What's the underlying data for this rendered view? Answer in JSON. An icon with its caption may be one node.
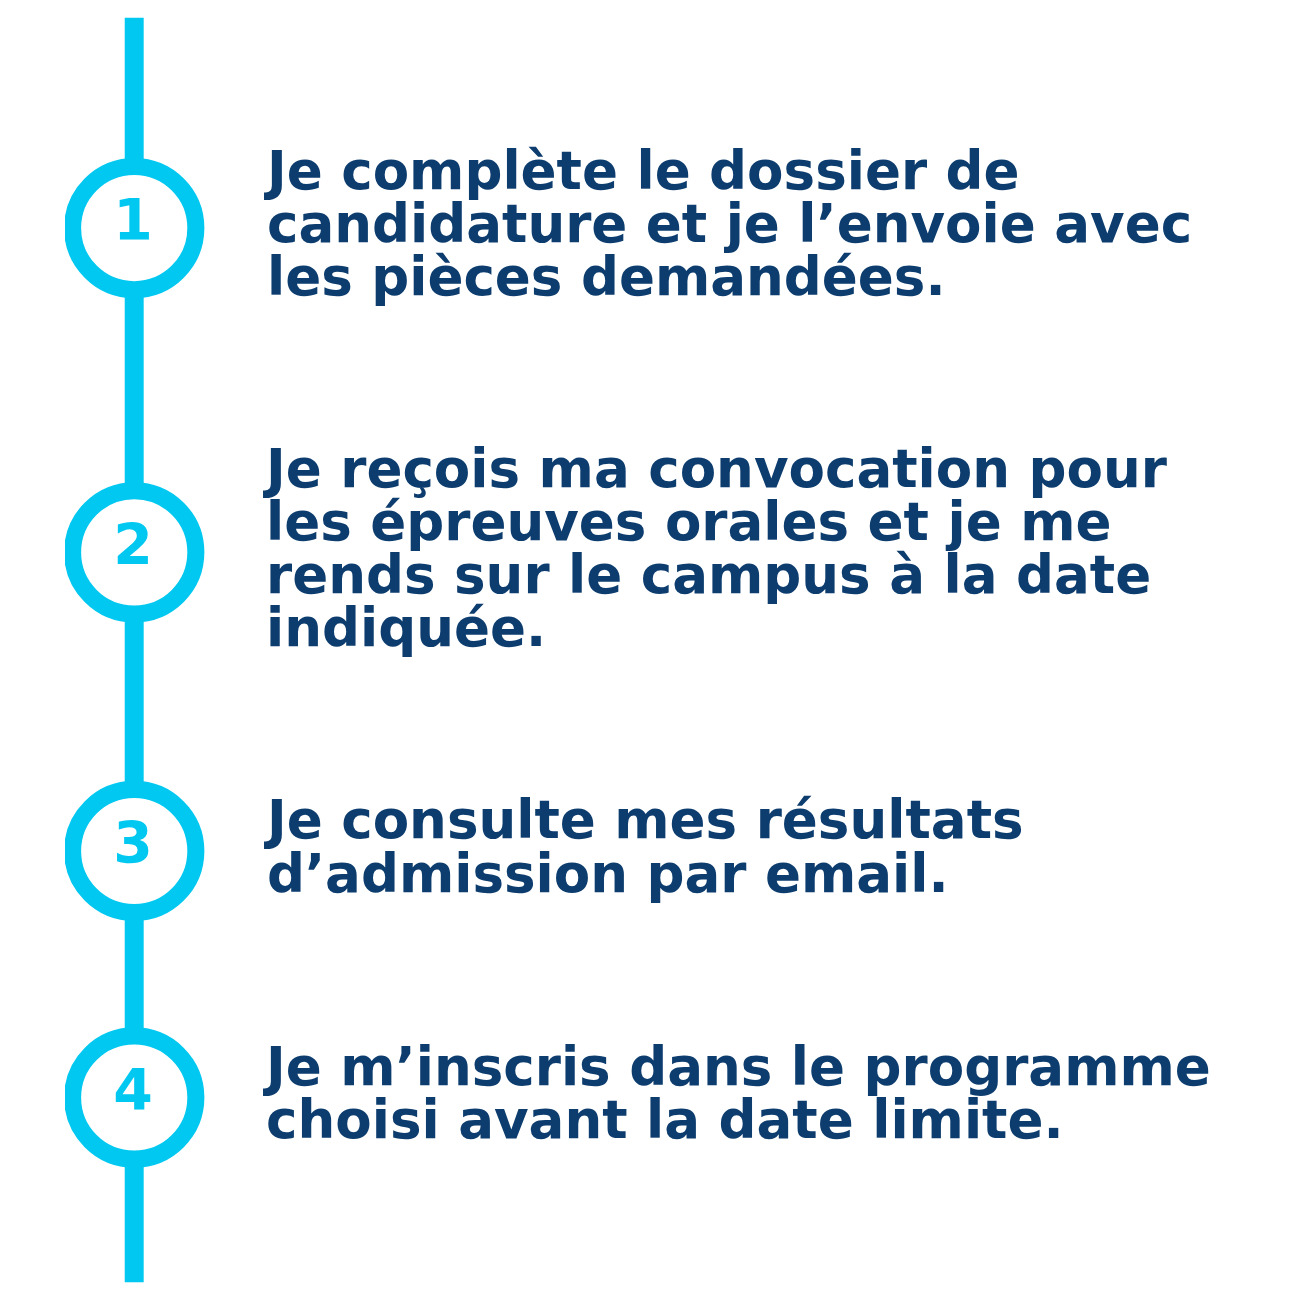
{
  "diagram": {
    "nodes": [
      {
        "text": [
          "1"
        ],
        "beside": [
          "Je complète le dossier de candidature et je l’envoie avec les pièces demandées."
        ]
      },
      {
        "text": [
          "2"
        ],
        "beside": [
          "Je reçois ma convocation pour les épreuves orales et je me rends sur le campus à la date indiquée."
        ]
      },
      {
        "text": [
          "3"
        ],
        "beside": [
          "Je consulte mes résultats d’admission par email."
        ]
      },
      {
        "text": [
          "4"
        ],
        "beside": [
          "Je m’inscris dans le programme choisi avant la date limite."
        ]
      }
    ],
    "edges": [
      {
        "from": null,
        "to": 0,
        "arrow": "none"
      },
      {
        "from": 0,
        "to": 1,
        "arrow": "none"
      },
      {
        "from": 1,
        "to": 2,
        "arrow": "none"
      },
      {
        "from": 2,
        "to": 3,
        "arrow": "none"
      },
      {
        "from": 3,
        "to": null,
        "arrow": "none"
      }
    ]
  }
}
